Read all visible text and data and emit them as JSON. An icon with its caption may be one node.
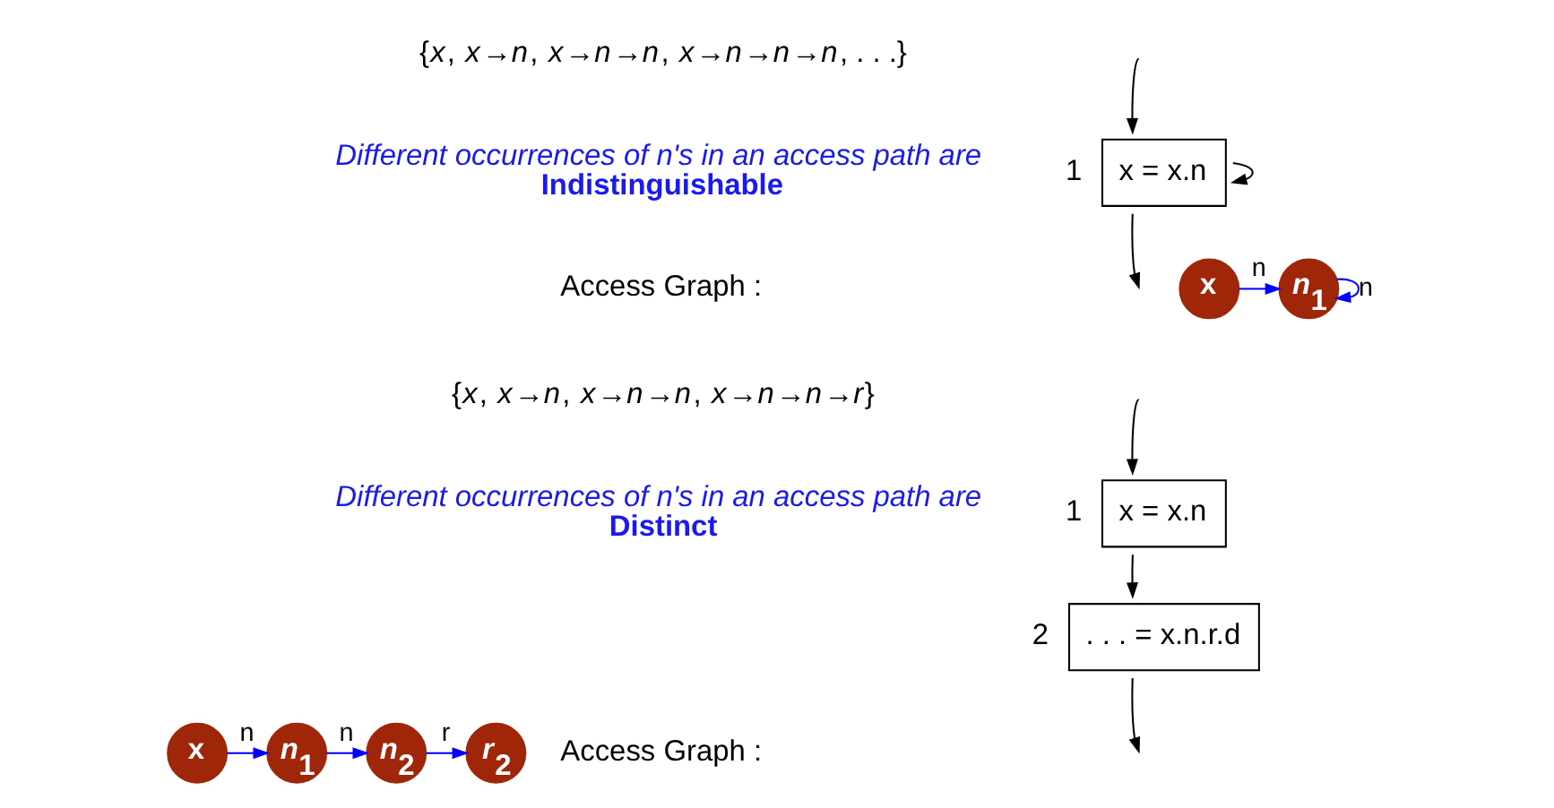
{
  "diagram": {
    "nodes": [
      {
        "text": [
          "x = x.n"
        ],
        "beside": [
          "1"
        ]
      },
      {
        "text": [
          "x = x.n"
        ],
        "beside": [
          "1"
        ]
      },
      {
        "text": [
          ". . . = x.n.r.d"
        ],
        "beside": [
          "2"
        ]
      },
      {
        "text": [
          "x"
        ]
      },
      {
        "text": [
          "*n*$_{1}$"
        ]
      },
      {
        "text": [
          "x"
        ]
      },
      {
        "text": [
          "*n*$_{1}$"
        ]
      },
      {
        "text": [
          "*n*$_{2}$"
        ]
      },
      {
        "text": [
          "*r*$_{2}$"
        ]
      }
    ],
    "edges": [
      {
        "from": null,
        "to": 0,
        "arrow": "to"
      },
      {
        "from": 0,
        "to": 0,
        "arrow": "to"
      },
      {
        "from": 0,
        "to": null,
        "arrow": "to"
      },
      {
        "from": 3,
        "to": 4,
        "arrow": "to",
        "label": "n",
        "color": "#0000ff"
      },
      {
        "from": 4,
        "to": 4,
        "arrow": "to",
        "label": "n",
        "color": "#0000ff"
      },
      {
        "from": null,
        "to": 1,
        "arrow": "to"
      },
      {
        "from": 1,
        "to": 2,
        "arrow": "to"
      },
      {
        "from": 2,
        "to": null,
        "arrow": "to"
      },
      {
        "from": 5,
        "to": 6,
        "arrow": "to",
        "label": "n",
        "color": "#0000ff"
      },
      {
        "from": 6,
        "to": 7,
        "arrow": "to",
        "label": "n",
        "color": "#0000ff"
      },
      {
        "from": 7,
        "to": 8,
        "arrow": "to",
        "label": "r",
        "color": "#0000ff"
      }
    ],
    "labels": [
      "{*x*, *x*→*n*, *x*→*n*→*n*, *x*→*n*→*n*→*n*, . . .}",
      "*Different occurrences of n's in an access path are* **Indistinguishable**",
      "Access Graph :",
      "{*x*, *x*→*n*, *x*→*n*→*n*, *x*→*n*→*n*→*r*}",
      "*Different occurrences of n's in an access path are* **Distinct**",
      "Access Graph :"
    ]
  }
}
